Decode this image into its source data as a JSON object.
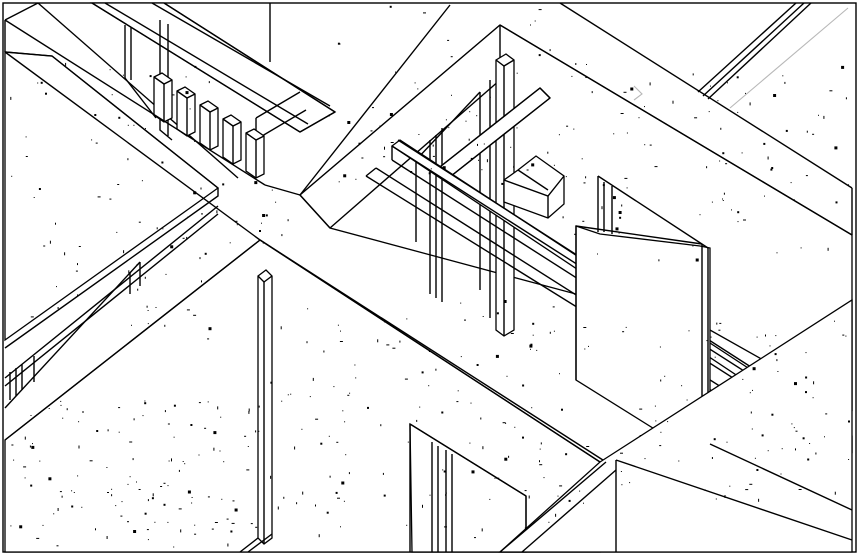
{
  "view": {
    "projection": "isometric",
    "style": "line drawing with stippled concrete hatch",
    "colors": {
      "background": "#ffffff",
      "line": "#000000",
      "faint_line": "#b8b8b8",
      "hatch": "#000000"
    }
  },
  "elements": {
    "slabs": [
      "upper-left-slab",
      "lower-left-slab",
      "lower-right-slab",
      "upper-right-slab",
      "ridge-strip"
    ],
    "beams": [
      "cross-beam-main",
      "cross-beam-upper-left",
      "diagonal-beam-pair"
    ],
    "columns": [
      "front-column",
      "back-column",
      "post-pair-left",
      "post-pair-bottom"
    ],
    "fixtures": [
      "baluster-row",
      "small-block",
      "folded-partition"
    ]
  }
}
